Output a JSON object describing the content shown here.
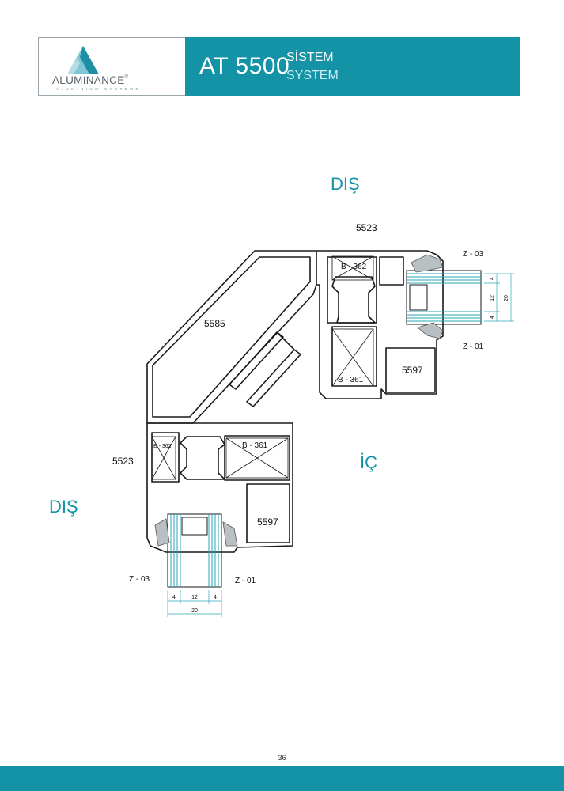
{
  "header": {
    "brand_name": "ALUMINANCE",
    "brand_sub": "ALUMINIUM SYSTEMS",
    "model": "AT 5500",
    "system_tr": "SİSTEM",
    "system_en": "SYSTEM"
  },
  "diagram": {
    "outside_label_top": "DIŞ",
    "outside_label_left": "DIŞ",
    "inside_label": "İÇ",
    "profiles": {
      "frame_top": "5523",
      "frame_left": "5523",
      "corner": "5585",
      "sash_top": "5597",
      "sash_bottom": "5597",
      "insulation_top_a": "B - 362",
      "insulation_top_b": "B - 361",
      "insulation_left_a": "B - 362",
      "insulation_left_b": "B - 361",
      "gasket_top_outer": "Z - 03",
      "gasket_top_inner": "Z - 01",
      "gasket_left_outer": "Z - 03",
      "gasket_left_inner": "Z - 01"
    },
    "glass_dims_right": {
      "pane_a": "4",
      "gap": "12",
      "pane_b": "4",
      "total": "20"
    },
    "glass_dims_bottom": {
      "pane_a": "4",
      "gap": "12",
      "pane_b": "4",
      "total": "20"
    }
  },
  "colors": {
    "brand": "#1593a6",
    "glass": "#2aa6b8"
  },
  "footer": {
    "page_number": "36"
  }
}
